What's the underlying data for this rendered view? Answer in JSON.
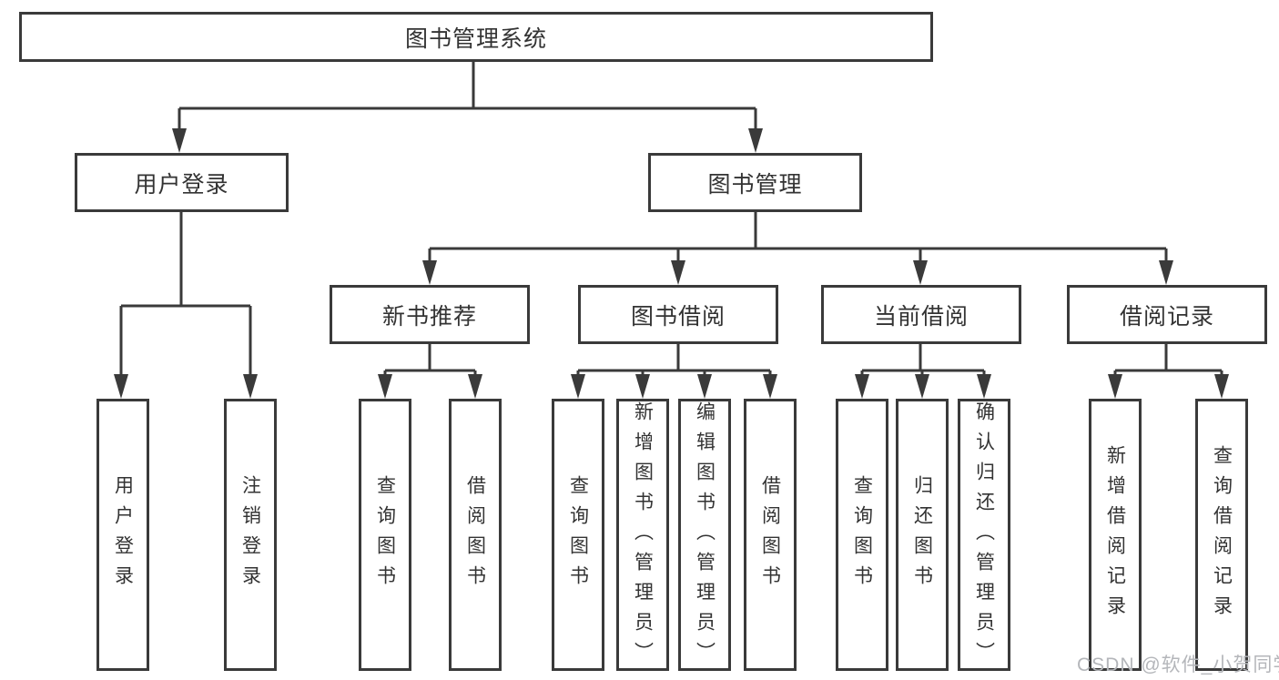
{
  "diagram": {
    "root": {
      "label": "图书管理系统"
    },
    "level2": {
      "user_login": {
        "label": "用户登录"
      },
      "book_management": {
        "label": "图书管理"
      }
    },
    "level3": {
      "new_book_recommend": {
        "label": "新书推荐"
      },
      "book_borrow": {
        "label": "图书借阅"
      },
      "current_borrow": {
        "label": "当前借阅"
      },
      "borrow_record": {
        "label": "借阅记录"
      }
    },
    "leaves": {
      "user_login": {
        "label": "用户登录"
      },
      "logout": {
        "label": "注销登录"
      },
      "nb_query_book": {
        "label": "查询图书"
      },
      "nb_borrow_book": {
        "label": "借阅图书"
      },
      "bb_query_book": {
        "label": "查询图书"
      },
      "bb_add_book_admin": {
        "label": "新增图书（管理员）"
      },
      "bb_edit_book_admin": {
        "label": "编辑图书（管理员）"
      },
      "bb_borrow_book": {
        "label": "借阅图书"
      },
      "cb_query_book": {
        "label": "查询图书"
      },
      "cb_return_book": {
        "label": "归还图书"
      },
      "cb_confirm_return_admin": {
        "label": "确认归还（管理员）"
      },
      "br_add_record": {
        "label": "新增借阅记录"
      },
      "br_query_record": {
        "label": "查询借阅记录"
      }
    },
    "watermark": {
      "label": "CSDN @软件_小贺同学"
    },
    "colors": {
      "line": "#3a3a3a",
      "text": "#333333",
      "watermark": "#b4b6ba",
      "background": "#ffffff"
    }
  }
}
